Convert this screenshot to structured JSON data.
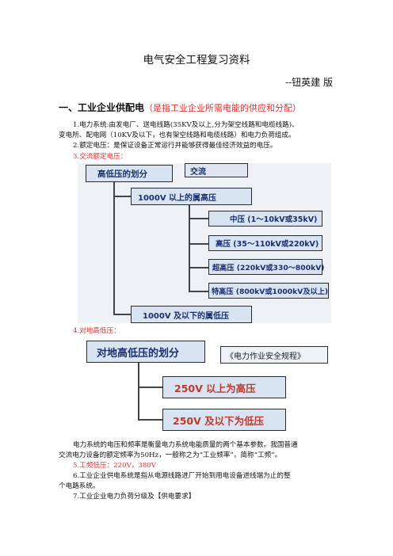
{
  "doc": {
    "title": "电气安全工程复习资料",
    "author": "--钮英建 版",
    "section1": {
      "heading": "一、工业企业供配电",
      "note": "（是指工业企业所需电能的供应和分配）"
    },
    "items": {
      "i1_l1": "1.电力系统:由发电厂、送电线路(35KV及以上,分为架空线路和电缆线路)、",
      "i1_l2": "变电所、配电网（10KV及以下，也有架空线路和电缆线路）和电力负荷组成。",
      "i2": "2.额定电压：是保证设备正常运行并能够获得最佳经济效益的电压。",
      "i3": "3.交流额定电压：",
      "i4": "4.对地高低压：",
      "para1_l1": "电力系统的电压和频率是衡量电力系统电能质量的两个基本参数。我国普通",
      "para1_l2": "交流电力设备的额定频率为50Hz，一般称之为“工业频率”，简称“工频”。",
      "i5": "5.工频低压：220V，380V",
      "i6_l1": "6.工业企业供电系统是指从电源线路进厂开始到用电设备进线端为止的整",
      "i6_l2": "个电路系统。",
      "i7": "7.工业企业电力负荷分级及【供电要求】"
    },
    "diagram1": {
      "root": "高低压的划分",
      "tag": "交流",
      "high": "1000V 以上的属高压",
      "mid": "中压 (1～10kV或35kV)",
      "hv": "高压 (35～110kV或220kV)",
      "ehv": "超高压 (220kV或330～800kV)",
      "uhv": "特高压 (800kV或1000kV及以上)",
      "low": "1000V 及以下的属低压"
    },
    "diagram2": {
      "root": "对地高低压的划分",
      "ref": "《电力作业安全规程》",
      "high": "250V  以上为高压",
      "low": "250V  及以下为低压"
    },
    "colors": {
      "red": "#d8332f",
      "box_fill": "#d9e4f3",
      "box_text": "#1a2f6b",
      "high_text": "#c0392b"
    }
  }
}
